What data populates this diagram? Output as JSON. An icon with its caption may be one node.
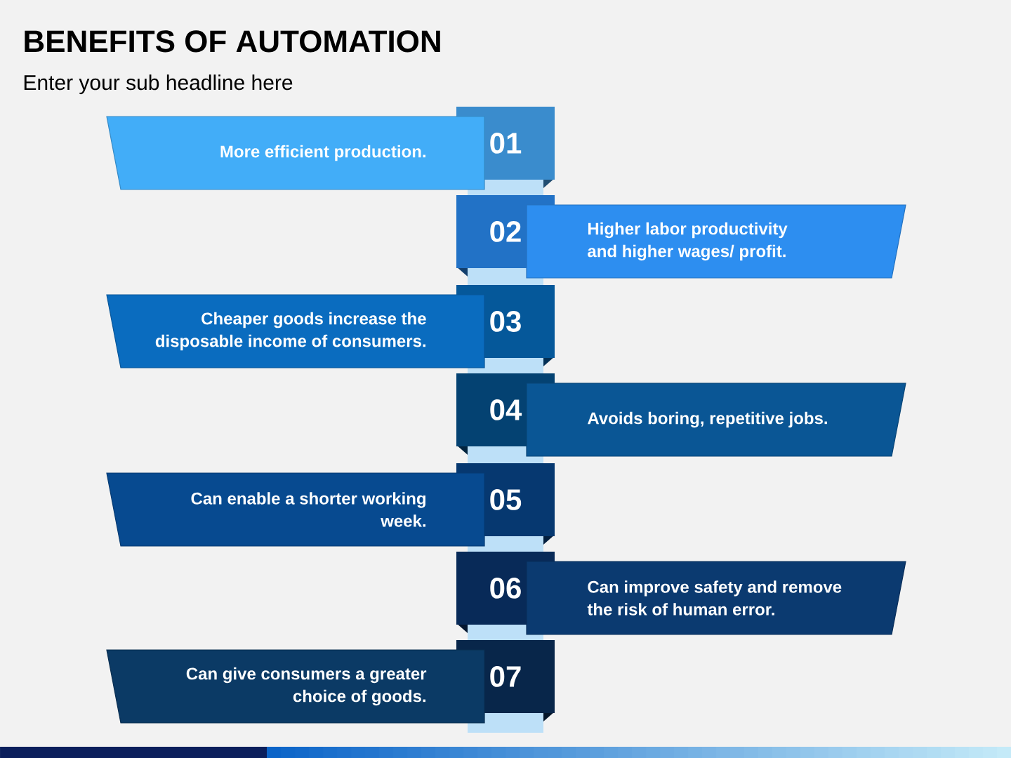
{
  "diagram": {
    "title": "BENEFITS OF AUTOMATION",
    "nodes": [
      {
        "text": [
          "01"
        ]
      },
      {
        "text": [
          "More efficient production."
        ]
      },
      {
        "text": [
          "02"
        ]
      },
      {
        "text": [
          "Higher labor productivity and higher wages/ profit."
        ]
      },
      {
        "text": [
          "03"
        ]
      },
      {
        "text": [
          "Cheaper goods increase the disposable income of consumers."
        ]
      },
      {
        "text": [
          "04"
        ]
      },
      {
        "text": [
          "Avoids boring, repetitive jobs."
        ]
      },
      {
        "text": [
          "05"
        ]
      },
      {
        "text": [
          "Can enable a shorter working week."
        ]
      },
      {
        "text": [
          "06"
        ]
      },
      {
        "text": [
          "Can improve safety and remove the risk of human error."
        ]
      },
      {
        "text": [
          "07"
        ]
      },
      {
        "text": [
          "Can give consumers a greater choice of goods."
        ]
      }
    ],
    "labels": [
      "Enter your sub headline here"
    ]
  }
}
